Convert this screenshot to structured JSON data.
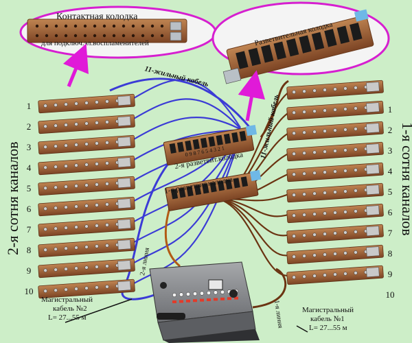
{
  "callouts": {
    "contact_block_title": "Контактная колодка",
    "contact_block_subtitle": "для подключ.эл.воспламенителей",
    "branch_block_title": "Разветвительная колодка"
  },
  "cables": {
    "top_label": "11-жильный кабель",
    "right_label": "11-жильный кабель",
    "line2_label": "2-я линия",
    "line1_label": "1-я линия"
  },
  "hubs": {
    "hub2_label": "2-я разветвит.колодка",
    "hub2_digits": "0 9 8 7 6 5 4 3 2 1",
    "hub1_label": "1-я разветвит.колодка"
  },
  "groups": {
    "left_title": "2-я сотня каналов",
    "right_title": "1-я сотня каналов",
    "left_numbers": [
      "1",
      "2",
      "3",
      "4",
      "5",
      "6",
      "7",
      "8",
      "9",
      "10"
    ],
    "right_numbers": [
      "1",
      "2",
      "3",
      "4",
      "5",
      "6",
      "7",
      "8",
      "9",
      "10"
    ]
  },
  "mains": {
    "cable2_line1": "Магистральный",
    "cable2_line2": "кабель №2",
    "cable2_line3": "L= 27...55 м",
    "cable1_line1": "Магистральный",
    "cable1_line2": "кабель №1",
    "cable1_line3": "L= 27...55 м"
  },
  "colors": {
    "background": "#cdeec8",
    "callout_border": "#d61fd0",
    "arrow": "#e01ad8",
    "strip_wood": "#a5673e",
    "strip_silver": "#c9c9c9",
    "wire_blue": "#3b3bd6",
    "wire_brown": "#6b3412",
    "console": "#8c8e92"
  },
  "icons": {
    "arrow_up": "arrow-up-icon"
  }
}
